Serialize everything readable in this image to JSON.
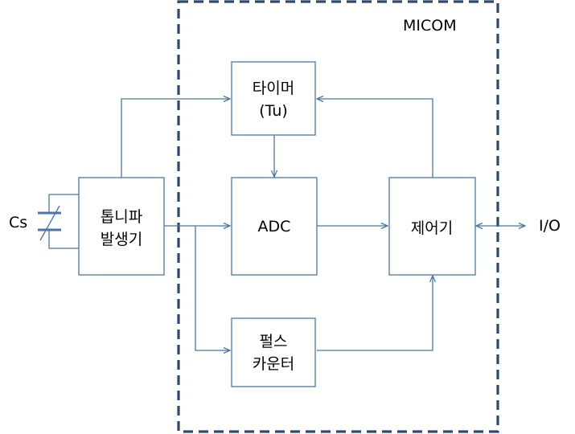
{
  "micom_label": "MICOM",
  "blocks": {
    "generator": [
      "톱니파",
      "발생기"
    ],
    "timer": [
      "타이머",
      "(Tu)"
    ],
    "adc": "ADC",
    "controller": "제어기",
    "pulse_counter": [
      "펄스",
      "카운터"
    ]
  },
  "sensor_label": "Cs",
  "io_label": "I/O",
  "colors": {
    "line": "#4a76a8",
    "micom_border": "#2d4a6e"
  }
}
